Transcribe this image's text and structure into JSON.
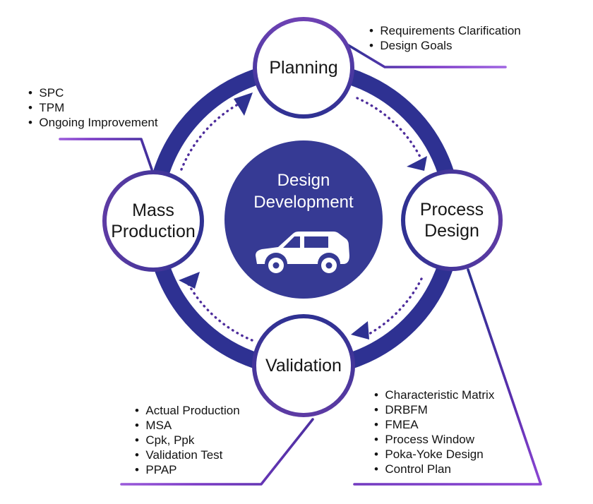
{
  "center": {
    "label": "Design Development",
    "icon": "car-icon"
  },
  "nodes": {
    "planning": {
      "label": "Planning"
    },
    "process_design": {
      "label": "Process Design"
    },
    "validation": {
      "label": "Validation"
    },
    "mass_production": {
      "label": "Mass Production"
    }
  },
  "annotations": {
    "planning": {
      "items": [
        "Requirements Clarification",
        "Design Goals"
      ]
    },
    "mass_production": {
      "items": [
        "SPC",
        "TPM",
        "Ongoing Improvement"
      ]
    },
    "validation": {
      "items": [
        "Actual Production",
        "MSA",
        "Cpk, Ppk",
        "Validation Test",
        "PPAP"
      ]
    },
    "process_design": {
      "items": [
        "Characteristic Matrix",
        "DRBFM",
        "FMEA",
        "Process Window",
        "Poka-Yoke Design",
        "Control Plan"
      ]
    }
  },
  "flow": {
    "direction": "clockwise",
    "sequence": [
      "Planning",
      "Process Design",
      "Validation",
      "Mass Production"
    ]
  },
  "colors": {
    "ring": "#2e3192",
    "node_border_purple": "#5e3ba4",
    "center_fill": "#363a94",
    "connector_purple": "#8a45d2",
    "dots": "#4e2d9c",
    "text": "#131313",
    "center_text": "#ffffff"
  }
}
